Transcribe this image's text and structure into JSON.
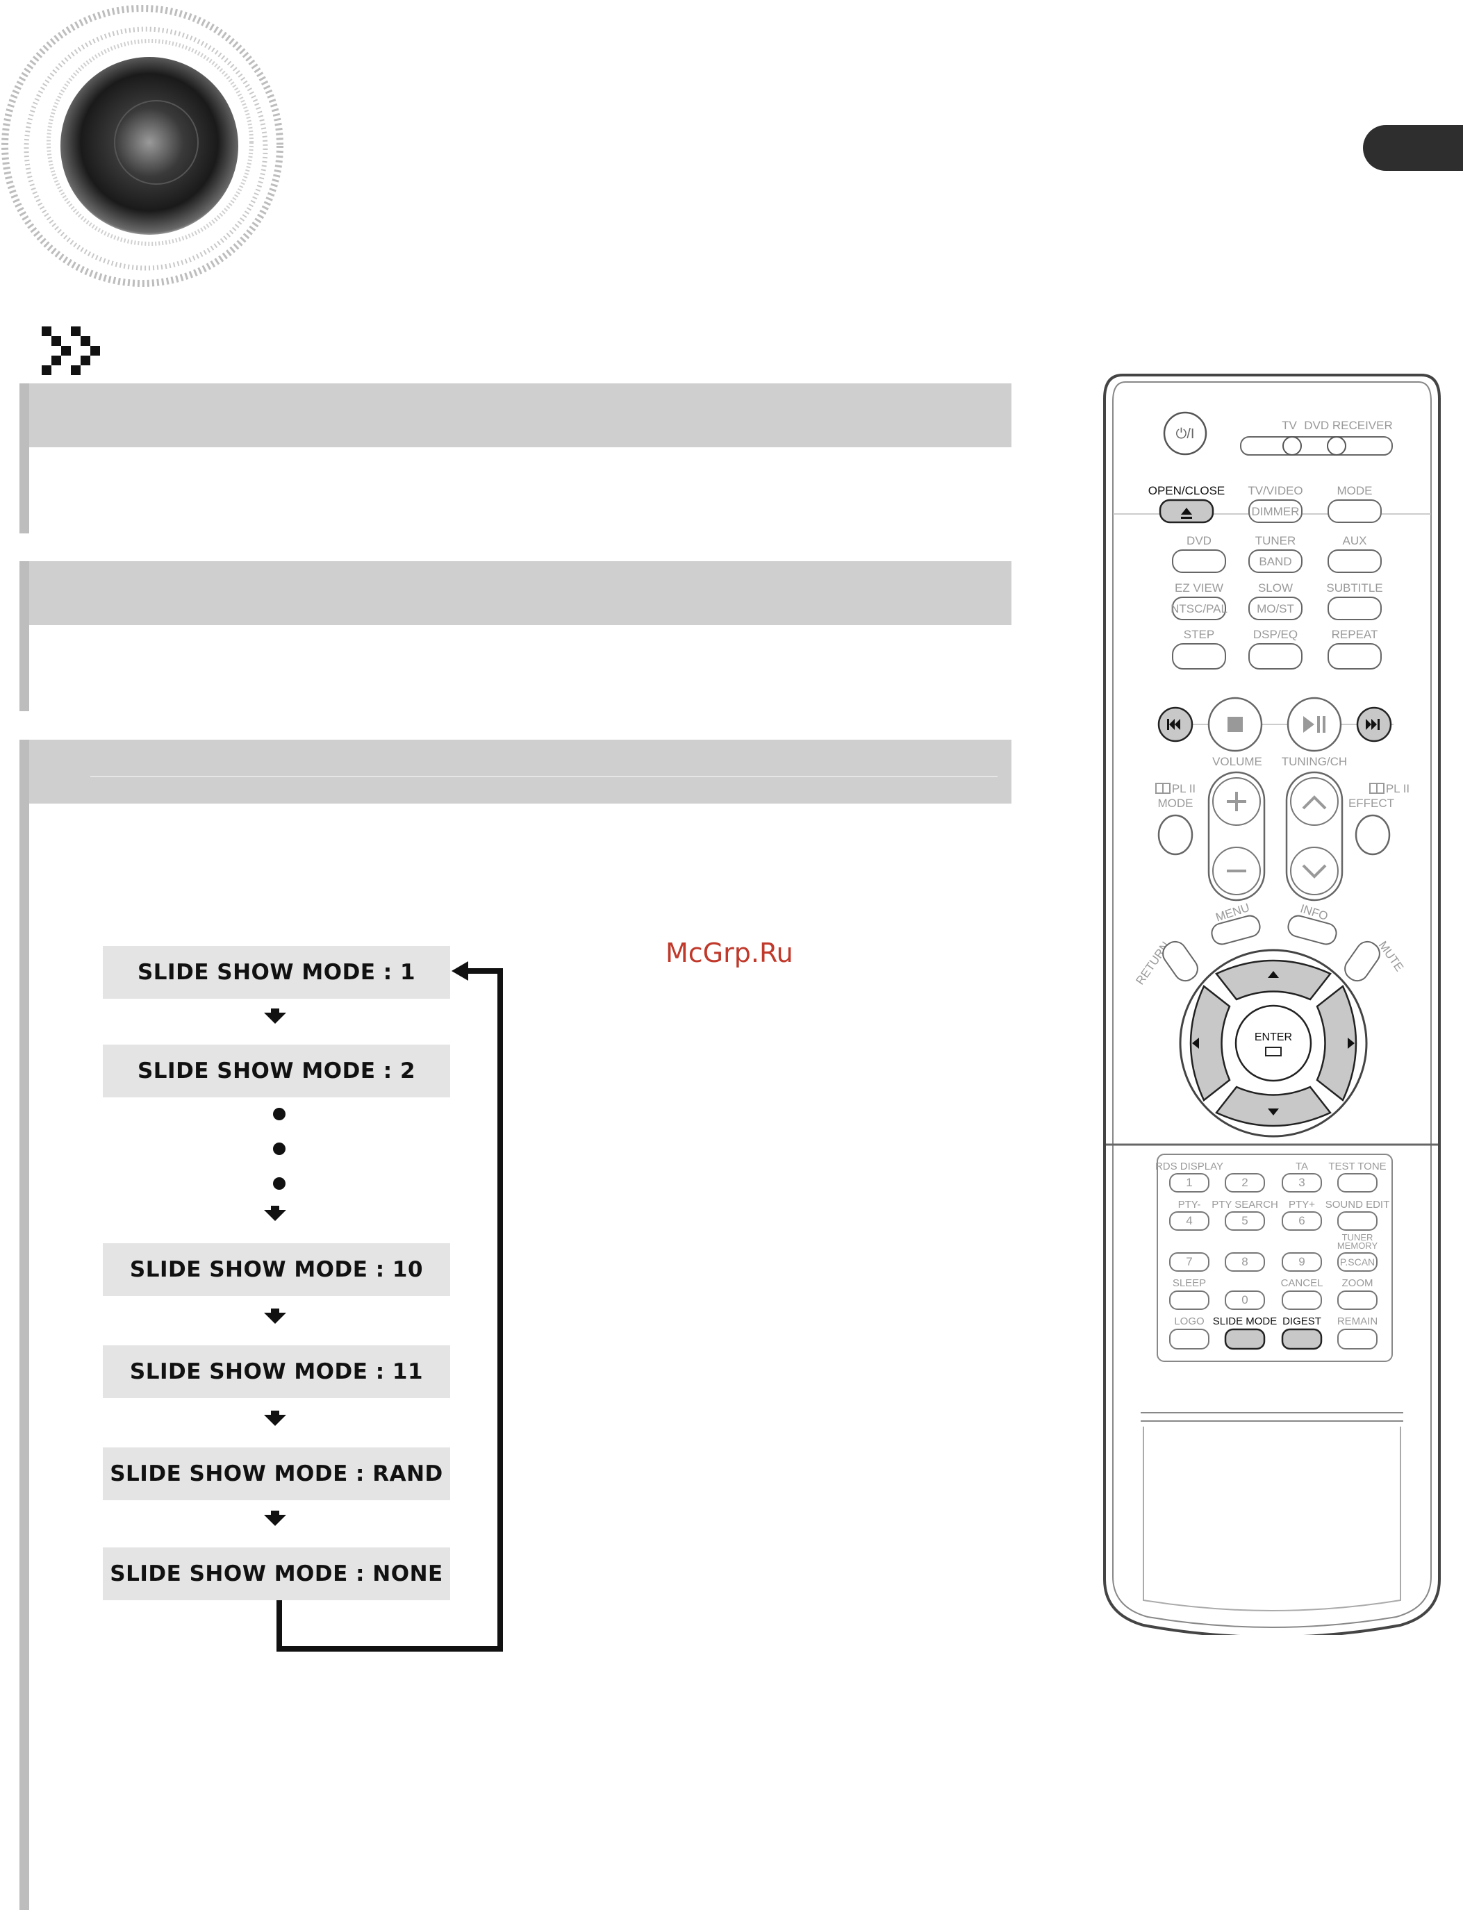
{
  "watermark": "McGrp.Ru",
  "flow": {
    "modes": [
      "SLIDE SHOW MODE : 1",
      "SLIDE SHOW MODE : 2",
      "SLIDE SHOW MODE : 10",
      "SLIDE SHOW MODE : 11",
      "SLIDE SHOW MODE : RAND",
      "SLIDE SHOW MODE : NONE"
    ]
  },
  "remote": {
    "power": "⏻/I",
    "tv": "TV",
    "dvd_receiver": "DVD RECEIVER",
    "open_close": "OPEN/CLOSE",
    "tv_video": "TV/VIDEO",
    "dimmer": "DIMMER",
    "mode": "MODE",
    "dvd": "DVD",
    "tuner": "TUNER",
    "band": "BAND",
    "aux": "AUX",
    "ez_view": "EZ VIEW",
    "ntsc_pal": "NTSC/PAL",
    "slow": "SLOW",
    "mo_st": "MO/ST",
    "subtitle": "SUBTITLE",
    "step": "STEP",
    "dsp_eq": "DSP/EQ",
    "repeat": "REPEAT",
    "volume": "VOLUME",
    "tuning_ch": "TUNING/CH",
    "pl2_mode_1": "PL II",
    "pl2_mode_2": "MODE",
    "pl2_effect_1": "PL II",
    "pl2_effect_2": "EFFECT",
    "menu": "MENU",
    "info": "INFO",
    "return": "RETURN",
    "mute": "MUTE",
    "enter": "ENTER",
    "rds_display": "RDS DISPLAY",
    "ta": "TA",
    "test_tone": "TEST TONE",
    "pty_minus": "PTY-",
    "pty_search": "PTY SEARCH",
    "pty_plus": "PTY+",
    "sound_edit": "SOUND EDIT",
    "tuner_memory_1": "TUNER",
    "tuner_memory_2": "MEMORY",
    "p_scan": "P.SCAN",
    "sleep": "SLEEP",
    "cancel": "CANCEL",
    "zoom": "ZOOM",
    "logo": "LOGO",
    "slide_mode": "SLIDE MODE",
    "digest": "DIGEST",
    "remain": "REMAIN",
    "digits": [
      "1",
      "2",
      "3",
      "4",
      "5",
      "6",
      "7",
      "8",
      "9",
      "0"
    ]
  }
}
